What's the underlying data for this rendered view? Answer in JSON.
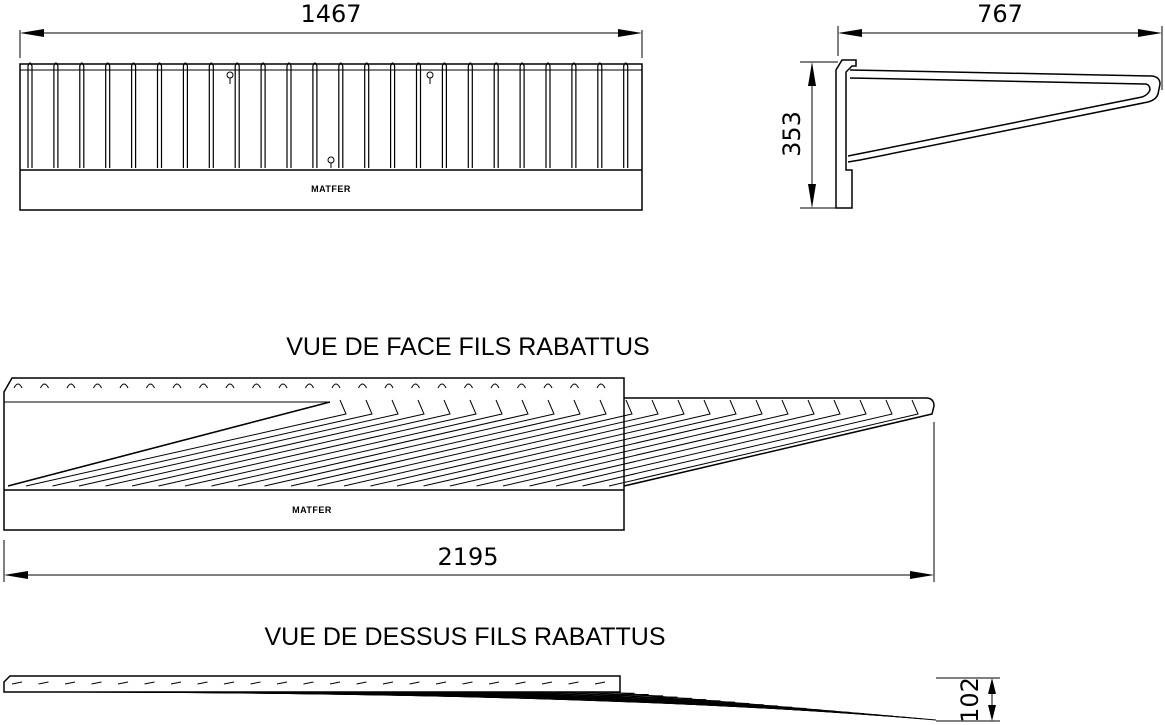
{
  "dimensions": {
    "front_width": "1467",
    "side_depth": "767",
    "height": "353",
    "folded_width": "2195",
    "folded_depth": "102"
  },
  "views": {
    "front_folded_title": "VUE DE FACE FILS RABATTUS",
    "top_folded_title": "VUE DE DESSUS FILS RABATTUS"
  },
  "brand": {
    "front_logo": "MATFER",
    "folded_logo": "MATFER"
  }
}
